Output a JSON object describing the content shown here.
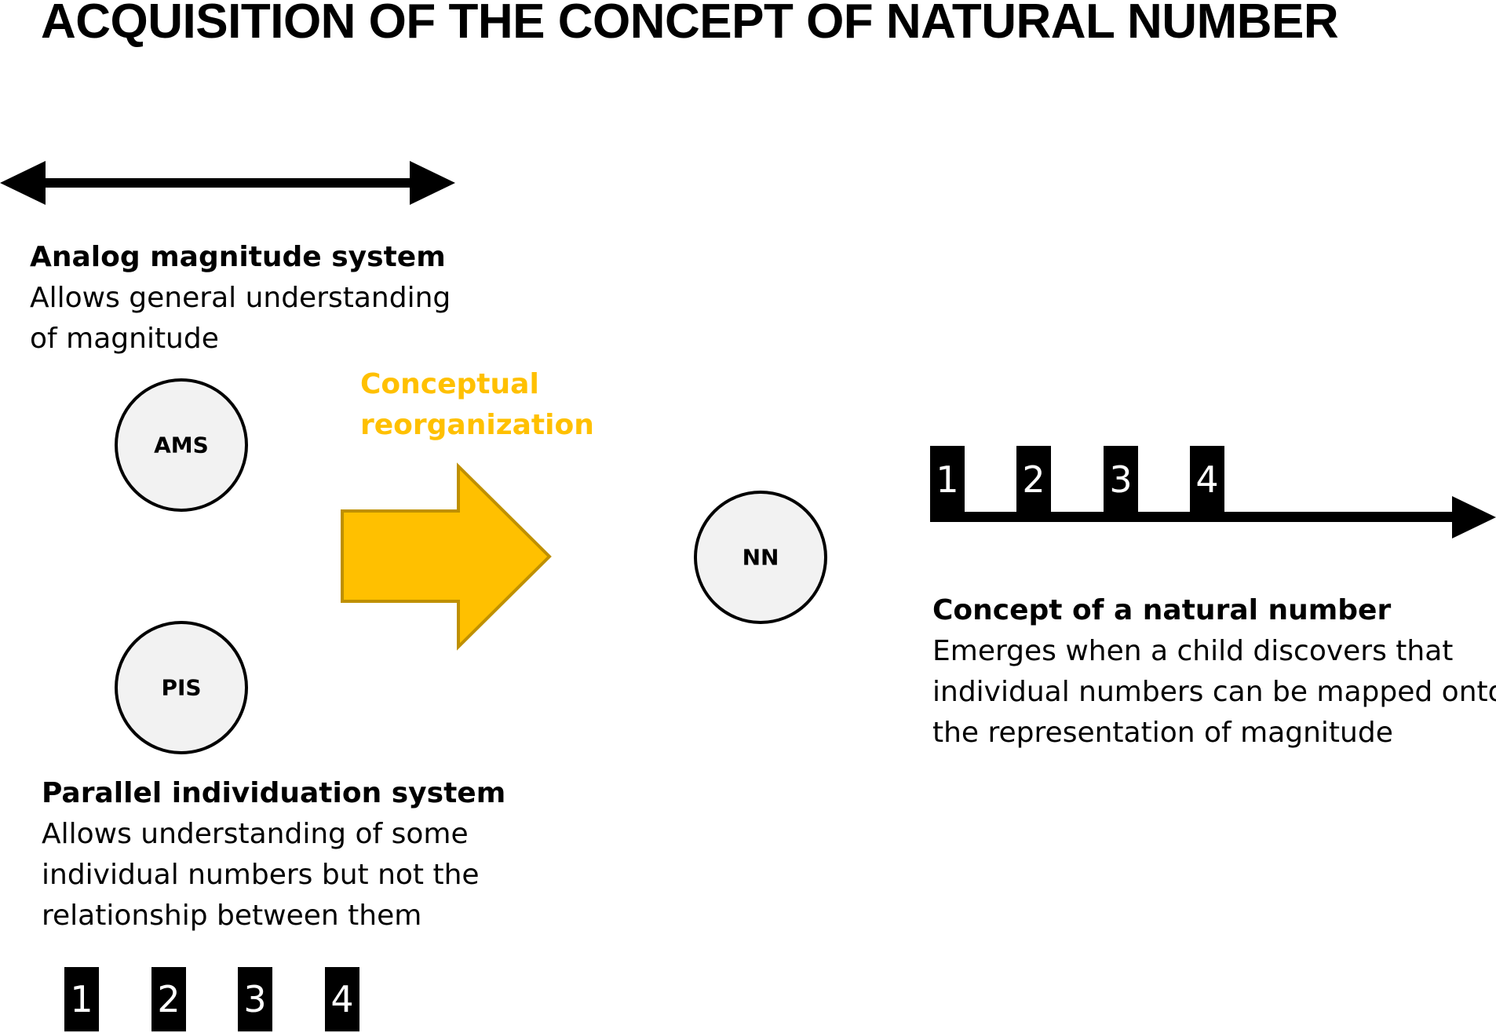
{
  "title": "ACQUISITION OF THE CONCEPT OF NATURAL NUMBER",
  "colors": {
    "accent": "#FFC000",
    "accent_border": "#BF9000",
    "node_fill": "#F2F2F2",
    "ink": "#000000"
  },
  "ams_block": {
    "heading": "Analog magnitude system",
    "lines": [
      "Allows general understanding",
      "of magnitude"
    ]
  },
  "pis_block": {
    "heading": "Parallel individuation system",
    "lines": [
      "Allows understanding of some",
      "individual numbers but not the",
      "relationship between them"
    ]
  },
  "nn_block": {
    "heading": "Concept of a natural number",
    "lines": [
      "Emerges when a child discovers that",
      "individual numbers can be mapped onto",
      "the representation of magnitude"
    ]
  },
  "reorg_label": [
    "Conceptual",
    "reorganization"
  ],
  "nodes": {
    "ams": "AMS",
    "pis": "PIS",
    "nn": "NN"
  },
  "pis_numbers": [
    "1",
    "2",
    "3",
    "4"
  ],
  "number_line_numbers": [
    "1",
    "2",
    "3",
    "4"
  ]
}
